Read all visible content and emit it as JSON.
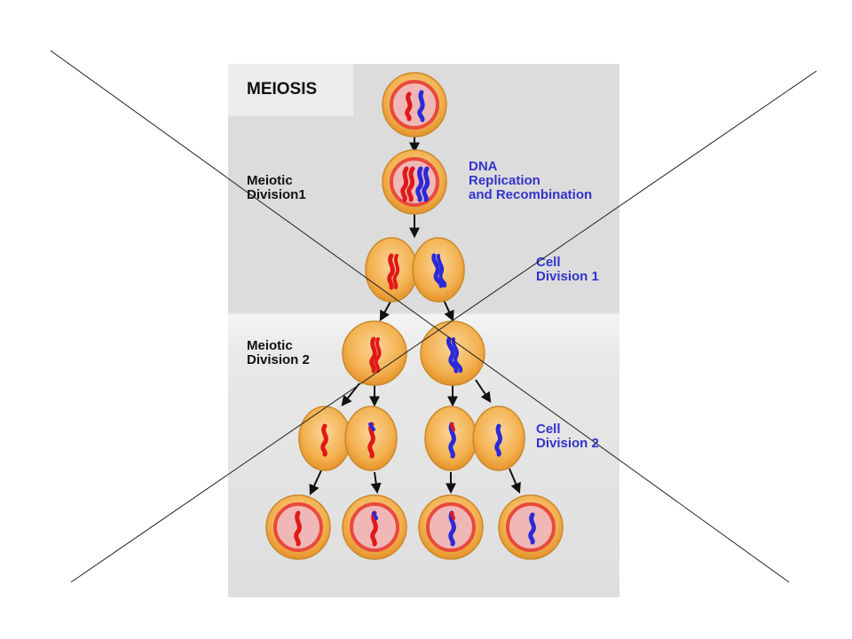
{
  "title": "MEIOSIS",
  "stage_labels": {
    "meiotic_division_1": "Meiotic\nDivision1",
    "meiotic_division_2": "Meiotic\nDivision 2"
  },
  "event_labels": {
    "dna_replication": "DNA\nReplication\nand Recombination",
    "cell_division_1": "Cell\nDivision 1",
    "cell_division_2": "Cell\nDivision 2"
  },
  "colors": {
    "cell_outer": "#f2a23c",
    "cell_inner": "#f0b7b7",
    "nucleus_ring": "#e84a3c",
    "chromosome_maternal": "#e01818",
    "chromosome_paternal": "#2a2ad8",
    "label_blue": "#3333cc"
  }
}
